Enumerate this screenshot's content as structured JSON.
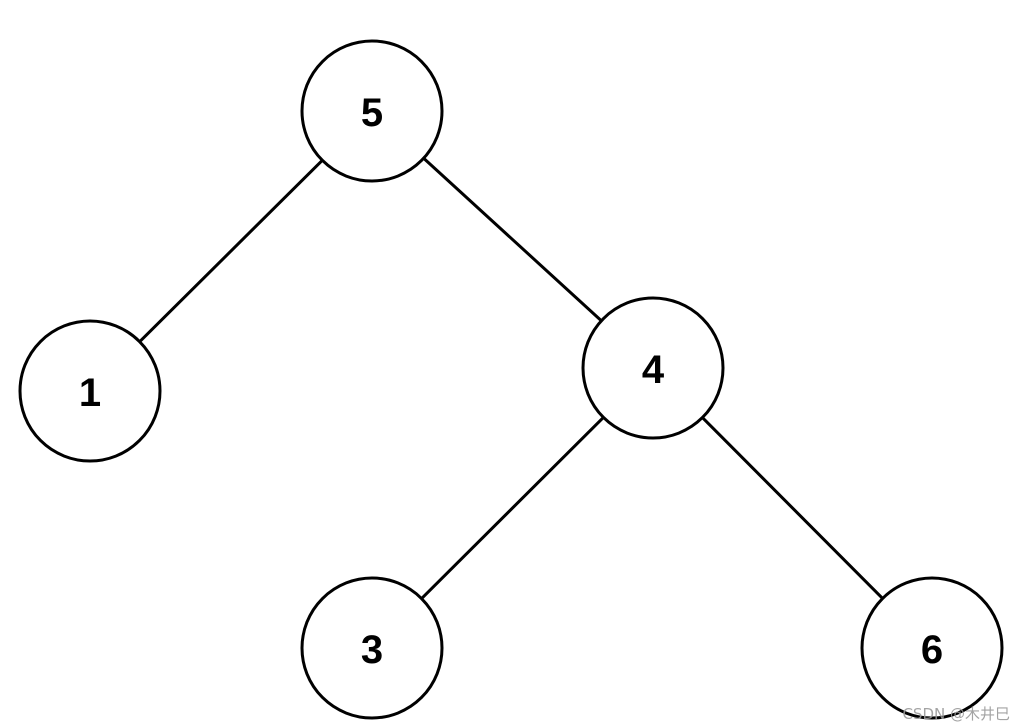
{
  "tree": {
    "nodes": [
      {
        "id": "n5",
        "label": "5"
      },
      {
        "id": "n1",
        "label": "1"
      },
      {
        "id": "n4",
        "label": "4"
      },
      {
        "id": "n3",
        "label": "3"
      },
      {
        "id": "n6",
        "label": "6"
      }
    ],
    "edges": [
      {
        "from": "n5",
        "to": "n1"
      },
      {
        "from": "n5",
        "to": "n4"
      },
      {
        "from": "n4",
        "to": "n3"
      },
      {
        "from": "n4",
        "to": "n6"
      }
    ]
  },
  "watermark": {
    "text": "CSDN @木井巳"
  }
}
